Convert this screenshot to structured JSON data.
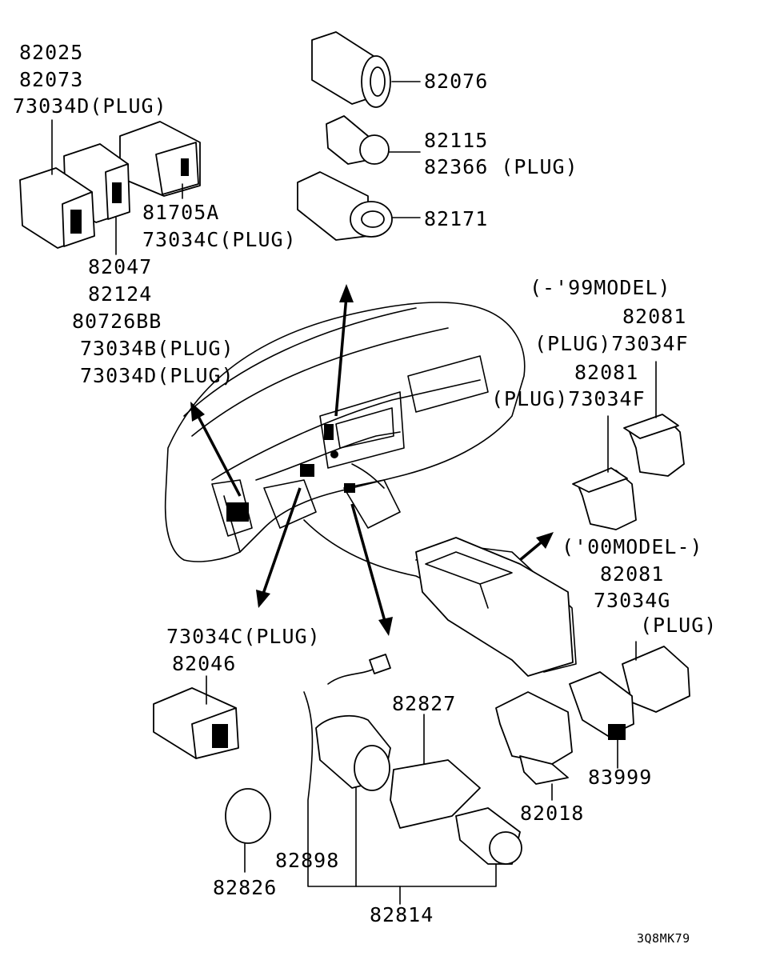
{
  "labels": {
    "l82025": "82025",
    "l82073": "82073",
    "l73034d_top": "73034D(PLUG)",
    "l81705a": "81705A",
    "l73034c_top": "73034C(PLUG)",
    "l82047": "82047",
    "l82124": "82124",
    "l80726bb": "80726BB",
    "l73034b": "73034B(PLUG)",
    "l73034d_mid": "73034D(PLUG)",
    "l82076": "82076",
    "l82115": "82115",
    "l82366": "82366 (PLUG)",
    "l82171": "82171",
    "l99model": "(-'99MODEL)",
    "l82081_a": "82081",
    "l73034f_a": "(PLUG)73034F",
    "l82081_b": "82081",
    "l73034f_b": "(PLUG)73034F",
    "l00model": "('00MODEL-)",
    "l82081_c": "82081",
    "l73034g": "73034G",
    "lplug_g": "(PLUG)",
    "l73034c_bot": "73034C(PLUG)",
    "l82046": "82046",
    "l82827": "82827",
    "l83999": "83999",
    "l82018": "82018",
    "l82898": "82898",
    "l82826": "82826",
    "l82814": "82814",
    "code": "3Q8MK79"
  }
}
